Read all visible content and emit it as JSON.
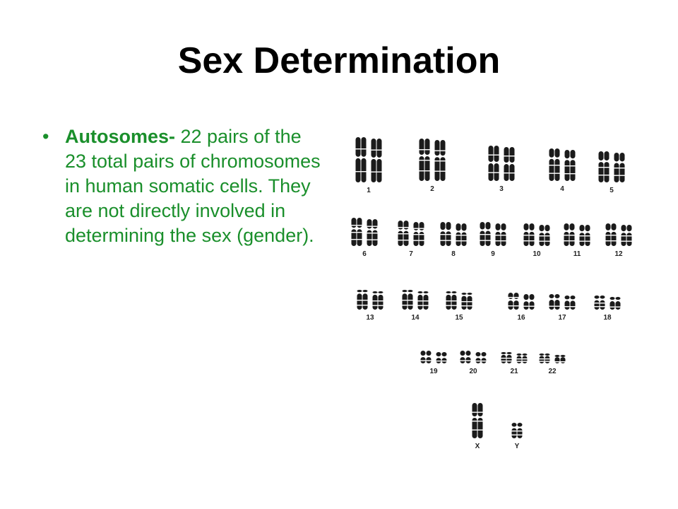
{
  "slide": {
    "title": "Sex Determination",
    "bullet": {
      "marker": "•",
      "term": "Autosomes-",
      "text": " 22 pairs of the 23 total pairs of chromosomes in human somatic cells. They are not directly involved in determining the sex (gender)."
    }
  },
  "colors": {
    "title": "#000000",
    "bullet_text": "#1a8f2b",
    "chromosome": "#1b1b1b"
  },
  "karyotype": {
    "labels": [
      "1",
      "2",
      "3",
      "4",
      "5",
      "6",
      "7",
      "8",
      "9",
      "10",
      "11",
      "12",
      "13",
      "14",
      "15",
      "16",
      "17",
      "18",
      "19",
      "20",
      "21",
      "22",
      "X",
      "Y"
    ]
  }
}
